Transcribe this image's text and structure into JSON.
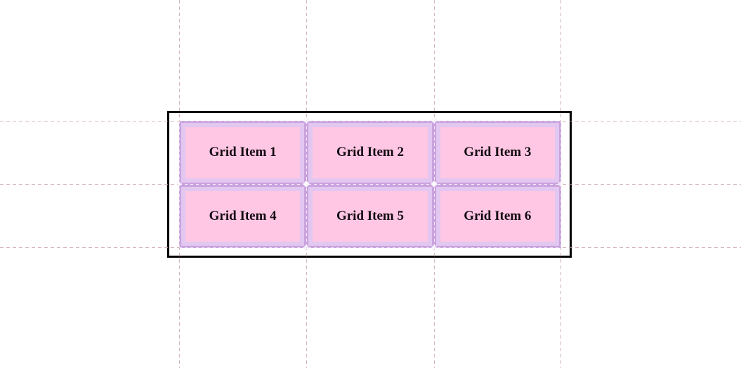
{
  "page": {
    "background": "#ffffff"
  },
  "grid": {
    "columns": 3,
    "rows": 2,
    "items": [
      {
        "label": "Grid Item 1"
      },
      {
        "label": "Grid Item 2"
      },
      {
        "label": "Grid Item 3"
      },
      {
        "label": "Grid Item 4"
      },
      {
        "label": "Grid Item 5"
      },
      {
        "label": "Grid Item 6"
      }
    ]
  },
  "icons": {
    "intersection_marker": "diamond-icon"
  },
  "colors": {
    "container_border": "#000000",
    "item_background": "#ffc7e4",
    "item_border": "#e2c7f1",
    "grid_gap": "#c9a3de",
    "guide_line": "#c79fa2",
    "overlay_line": "#ffffff",
    "item_text": "#120a10",
    "page_bg": "#ffffff"
  }
}
